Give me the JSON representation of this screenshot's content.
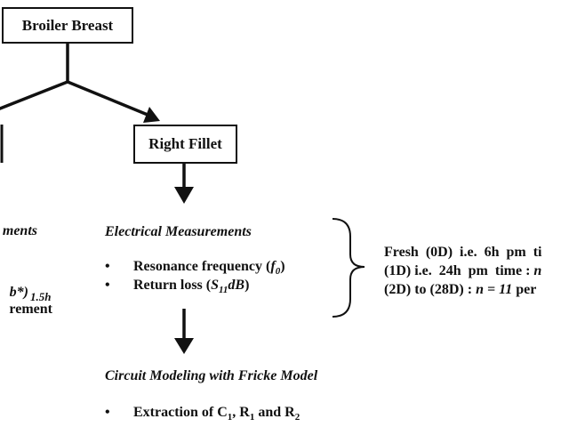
{
  "root": {
    "label": "Broiler Breast"
  },
  "right_branch": {
    "label": "Right Fillet"
  },
  "left_branch_fragments": {
    "heading": "ments",
    "param": "b*)",
    "param_sub": "1.5h",
    "line": "rement"
  },
  "electrical": {
    "heading": "Electrical Measurements",
    "items": [
      {
        "text": "Resonance frequency (",
        "var": "f",
        "sub": "0",
        "end": ")"
      },
      {
        "text": "Return loss (",
        "var": "S",
        "sub": "11",
        "var2": "dB",
        "end": ")"
      }
    ]
  },
  "circuit": {
    "heading": "Circuit Modeling with Fricke Model",
    "item": {
      "text": "Extraction  of C",
      "s1": "1",
      "m1": ", R",
      "s2": "1",
      "m2": " and R",
      "s3": "2"
    }
  },
  "timeline": [
    {
      "text": "Fresh  (0D)  i.e.  6h  pm  ti"
    },
    {
      "text": "(1D) i.e.  24h  pm  time : ",
      "italic": "n"
    },
    {
      "text": "(2D) to (28D) : ",
      "italic": "n = 11",
      "end": " per"
    }
  ],
  "bullet": "•"
}
